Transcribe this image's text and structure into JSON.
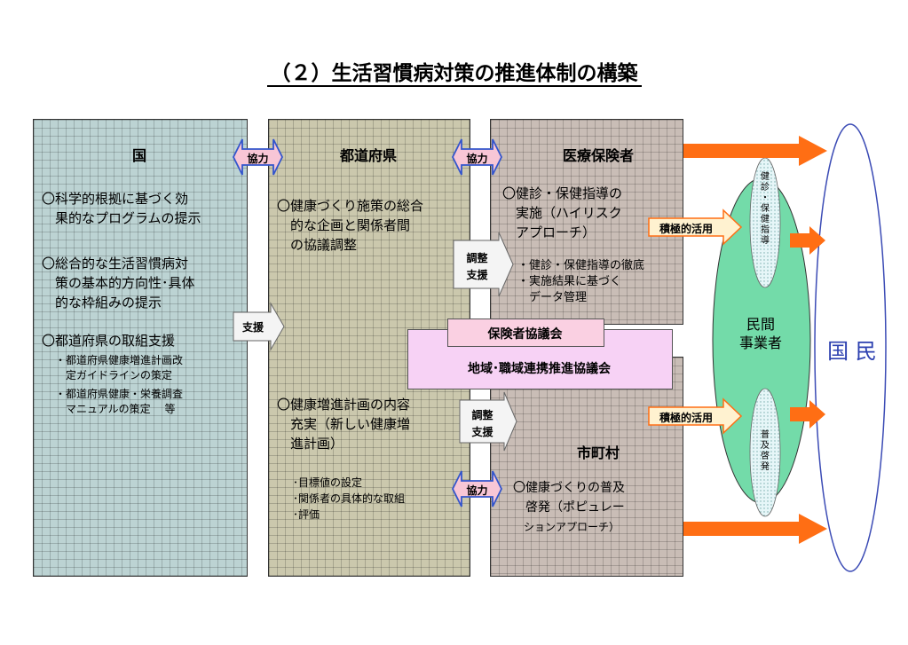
{
  "title": "（２）生活習慣病対策の推進体制の構築",
  "kuni": {
    "title": "国",
    "items": [
      "〇科学的根拠に基づく効",
      "　果的なプログラムの提示",
      "〇総合的な生活習慣病対",
      "　策の基本的方向性･具体",
      "　的な枠組みの提示",
      "〇都道府県の取組支援"
    ],
    "sub": [
      "・都道府県健康増進計画改",
      "　定ガイドラインの策定",
      "・都道府県健康・栄養調査",
      "　マニュアルの策定　 等"
    ]
  },
  "pref": {
    "title": "都道府県",
    "items": [
      "〇健康づくり施策の総合",
      "　的な企画と関係者間",
      "　の協議調整"
    ],
    "items2": [
      "〇健康増進計画の内容",
      "　充実（新しい健康増",
      "　進計画）"
    ],
    "sub": [
      "･目標値の設定",
      "･関係者の具体的な取組",
      "･評価"
    ]
  },
  "insurer": {
    "title": "医療保険者",
    "items": [
      "〇健診・保健指導の",
      "　実施（ハイリスク",
      "　アプローチ）"
    ],
    "sub": [
      "・健診・保健指導の徹底",
      "・実施結果に基づく",
      "　データ管理"
    ]
  },
  "city": {
    "title": "市町村",
    "items": [
      "〇健康づくりの普及",
      "　啓発（ポピュレー",
      "　ションアプローチ）"
    ]
  },
  "labels": {
    "coop": "協力",
    "support": "支援",
    "adjust1": "調整",
    "adjust2": "支援",
    "insurer_council": "保険者協議会",
    "regional_council": "地域･職域連携推進協議会",
    "active_use": "積極的活用",
    "private": [
      "民間",
      "事業者"
    ],
    "nation": "国 民",
    "checkup_guidance": "健診・保健指導",
    "awareness": "普及啓発"
  },
  "colors": {
    "kuni_bg": "#bcd3d3",
    "pref_bg": "#cbc8ad",
    "insurer_bg": "#c9bdb6",
    "coop_fill": "#f8c6d6",
    "coop_border": "#3355cc",
    "orange": "#ff6e14",
    "private_fill": "#73dba9",
    "council_pink": "#fad0e2",
    "regional_fill": "#f7d2f5",
    "nation_text": "#2c40b0"
  }
}
